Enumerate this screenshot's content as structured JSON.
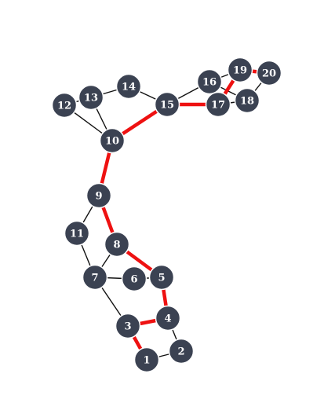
{
  "graph": {
    "colors": {
      "node_fill": "#3b4252",
      "node_text": "#ffffff",
      "edge": "#111111",
      "path_edge": "#ee1111",
      "background": "#ffffff"
    },
    "nodes": [
      {
        "id": "1",
        "label": "1"
      },
      {
        "id": "2",
        "label": "2"
      },
      {
        "id": "3",
        "label": "3"
      },
      {
        "id": "4",
        "label": "4"
      },
      {
        "id": "5",
        "label": "5"
      },
      {
        "id": "6",
        "label": "6"
      },
      {
        "id": "7",
        "label": "7"
      },
      {
        "id": "8",
        "label": "8"
      },
      {
        "id": "9",
        "label": "9"
      },
      {
        "id": "10",
        "label": "10"
      },
      {
        "id": "11",
        "label": "11"
      },
      {
        "id": "12",
        "label": "12"
      },
      {
        "id": "13",
        "label": "13"
      },
      {
        "id": "14",
        "label": "14"
      },
      {
        "id": "15",
        "label": "15"
      },
      {
        "id": "16",
        "label": "16"
      },
      {
        "id": "17",
        "label": "17"
      },
      {
        "id": "18",
        "label": "18"
      },
      {
        "id": "19",
        "label": "19"
      },
      {
        "id": "20",
        "label": "20"
      }
    ],
    "edges": [
      {
        "from": "1",
        "to": "2",
        "highlighted": false
      },
      {
        "from": "2",
        "to": "4",
        "highlighted": false
      },
      {
        "from": "1",
        "to": "3",
        "highlighted": true
      },
      {
        "from": "3",
        "to": "4",
        "highlighted": true
      },
      {
        "from": "3",
        "to": "7",
        "highlighted": false
      },
      {
        "from": "4",
        "to": "5",
        "highlighted": true
      },
      {
        "from": "5",
        "to": "6",
        "highlighted": false
      },
      {
        "from": "5",
        "to": "8",
        "highlighted": true
      },
      {
        "from": "6",
        "to": "7",
        "highlighted": false
      },
      {
        "from": "7",
        "to": "8",
        "highlighted": false
      },
      {
        "from": "7",
        "to": "11",
        "highlighted": false
      },
      {
        "from": "11",
        "to": "9",
        "highlighted": false
      },
      {
        "from": "8",
        "to": "9",
        "highlighted": true
      },
      {
        "from": "9",
        "to": "10",
        "highlighted": true
      },
      {
        "from": "10",
        "to": "12",
        "highlighted": false
      },
      {
        "from": "10",
        "to": "13",
        "highlighted": false
      },
      {
        "from": "12",
        "to": "13",
        "highlighted": false
      },
      {
        "from": "13",
        "to": "14",
        "highlighted": false
      },
      {
        "from": "14",
        "to": "15",
        "highlighted": false
      },
      {
        "from": "10",
        "to": "15",
        "highlighted": true
      },
      {
        "from": "15",
        "to": "16",
        "highlighted": false
      },
      {
        "from": "15",
        "to": "17",
        "highlighted": true
      },
      {
        "from": "16",
        "to": "19",
        "highlighted": false
      },
      {
        "from": "16",
        "to": "18",
        "highlighted": false
      },
      {
        "from": "17",
        "to": "18",
        "highlighted": false
      },
      {
        "from": "17",
        "to": "19",
        "highlighted": true
      },
      {
        "from": "19",
        "to": "20",
        "highlighted": true
      },
      {
        "from": "18",
        "to": "20",
        "highlighted": false
      }
    ]
  }
}
